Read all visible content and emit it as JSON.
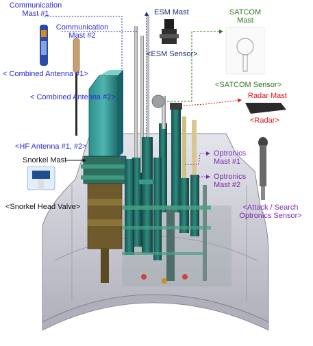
{
  "labels": {
    "comm_mast_1": [
      "Communication",
      "Mast #1"
    ],
    "comm_mast_2": [
      "Communication",
      "Mast #2"
    ],
    "combined_antenna_1": "< Combined Antenna #1>",
    "combined_antenna_2": "< Combined Antenna #2>",
    "esm_mast": "ESM Mast",
    "esm_sensor": "<ESM Sensor>",
    "satcom_mast": [
      "SATCOM",
      "Mast"
    ],
    "satcom_sensor": "<SATCOM  Sensor>",
    "radar_mast": "Radar Mast",
    "radar": "<Radar>",
    "hf_antenna": "<HF Antenna #1, #2>",
    "snorkel_mast": "Snorkel Mast",
    "snorkel_head_valve": "<Snorkel Head Valve>",
    "optronics_mast_1": [
      "Optronics",
      "Mast #1"
    ],
    "optronics_mast_2": [
      "Optronics",
      "Mast #2"
    ],
    "optronics_sensor": [
      "<Attack / Search",
      "Optronics Sensor>"
    ]
  },
  "colors": {
    "communication": "#2a2ad6",
    "esm": "#1f2a78",
    "satcom": "#2c7a1a",
    "radar": "#e01010",
    "optronics": "#7a2ab0",
    "snorkel": "#111111",
    "mast_green": "#1f6e6a",
    "hull_gray": "#c8c8d0"
  }
}
